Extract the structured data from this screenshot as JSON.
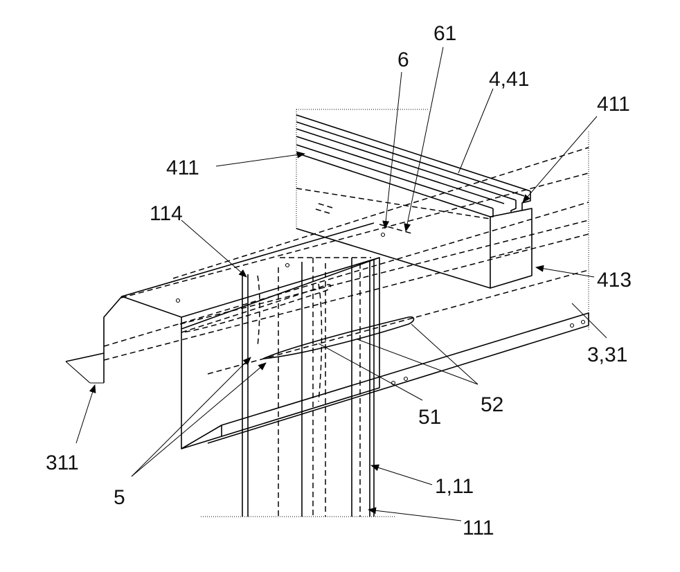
{
  "labels": {
    "l_6": "6",
    "l_61": "61",
    "l_441": "4,41",
    "l_411_right": "411",
    "l_411_left": "411",
    "l_114": "114",
    "l_413": "413",
    "l_331": "3,31",
    "l_52": "52",
    "l_51": "51",
    "l_311": "311",
    "l_5": "5",
    "l_111b": "1,11",
    "l_111": "111"
  }
}
